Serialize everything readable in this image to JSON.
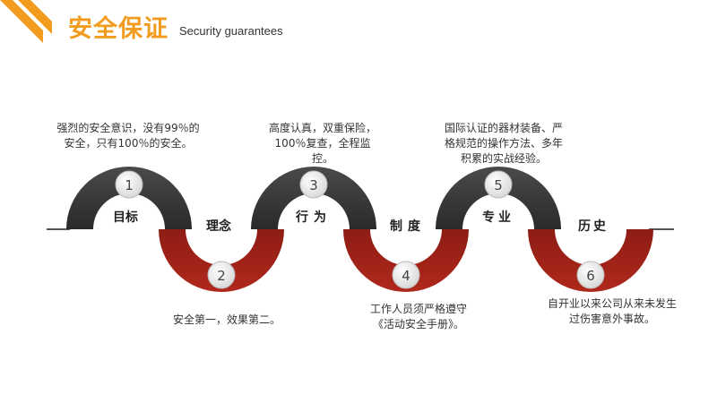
{
  "header": {
    "title": "安全保证",
    "subtitle": "Security guarantees"
  },
  "steps": [
    {
      "number": "1",
      "label": "目标",
      "description": "强烈的安全意识，没有99％的安全，只有100％的安全。",
      "color": "#3b3b3b"
    },
    {
      "number": "2",
      "label": "理念",
      "description": "安全第一，效果第二。",
      "color": "#a3261b"
    },
    {
      "number": "3",
      "label": "行为",
      "description": "高度认真，双重保险，100％复查，全程监控。",
      "color": "#3b3b3b"
    },
    {
      "number": "4",
      "label": "制度",
      "description": "工作人员须严格遵守《活动安全手册》。",
      "color": "#a3261b"
    },
    {
      "number": "5",
      "label": "专业",
      "description": "国际认证的器材装备、严格规范的操作方法、多年积累的实战经验。",
      "color": "#3b3b3b"
    },
    {
      "number": "6",
      "label": "历史",
      "description": "自开业以来公司从来未发生过伤害意外事故。",
      "color": "#a3261b"
    }
  ],
  "colors": {
    "accent": "#f29c1f",
    "dark": "#3b3b3b",
    "red": "#a3261b"
  }
}
